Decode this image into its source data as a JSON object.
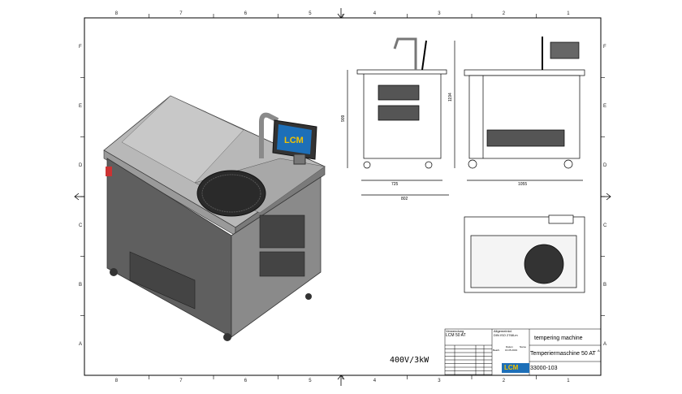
{
  "frame": {
    "columns": [
      "8",
      "7",
      "6",
      "5",
      "4",
      "3",
      "2",
      "1"
    ],
    "rows": [
      "F",
      "E",
      "D",
      "C",
      "B",
      "A"
    ]
  },
  "dimensions": {
    "width_side": "725",
    "width_side_total": "802",
    "height_body": "909",
    "height_total": "1194",
    "width_front": "1055"
  },
  "screen_logo": "LCM",
  "power_note": "400V/3kW",
  "title_block": {
    "usage_label": "Verwendung",
    "usage_value": "LCM 50 AT",
    "tolerance_label": "Allgemeintol.",
    "tolerance_value": "DIN ISO 2768-m",
    "title_en": "tempering machine",
    "title_de": "Temperiermaschine 50 AT",
    "drawing_number": "33000-103",
    "logo": "LCM",
    "date_label": "Datum",
    "name_label": "Name",
    "drawn_label": "Bearb.",
    "date_value": "16.05.2019",
    "revision": "A"
  },
  "colors": {
    "body": "#8a8a8a",
    "body_dark": "#5e5e5e",
    "top": "#b4b4b4",
    "logo_bg": "#1d6fb8",
    "logo_text": "#f2c200"
  }
}
